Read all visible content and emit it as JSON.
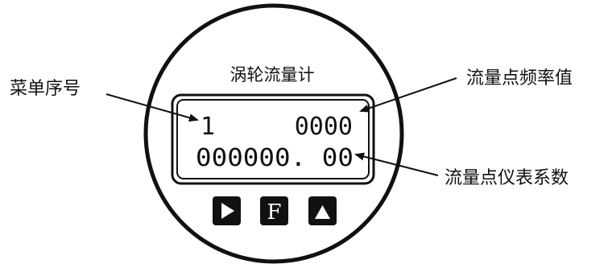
{
  "meter": {
    "title": "涡轮流量计"
  },
  "display": {
    "menu_index": "1",
    "frequency_value": "0000",
    "coefficient_value": "000000. 00"
  },
  "buttons": {
    "f_label": "F"
  },
  "callouts": {
    "menu_number": "菜单序号",
    "frequency": "流量点频率值",
    "coefficient": "流量点仪表系数"
  }
}
